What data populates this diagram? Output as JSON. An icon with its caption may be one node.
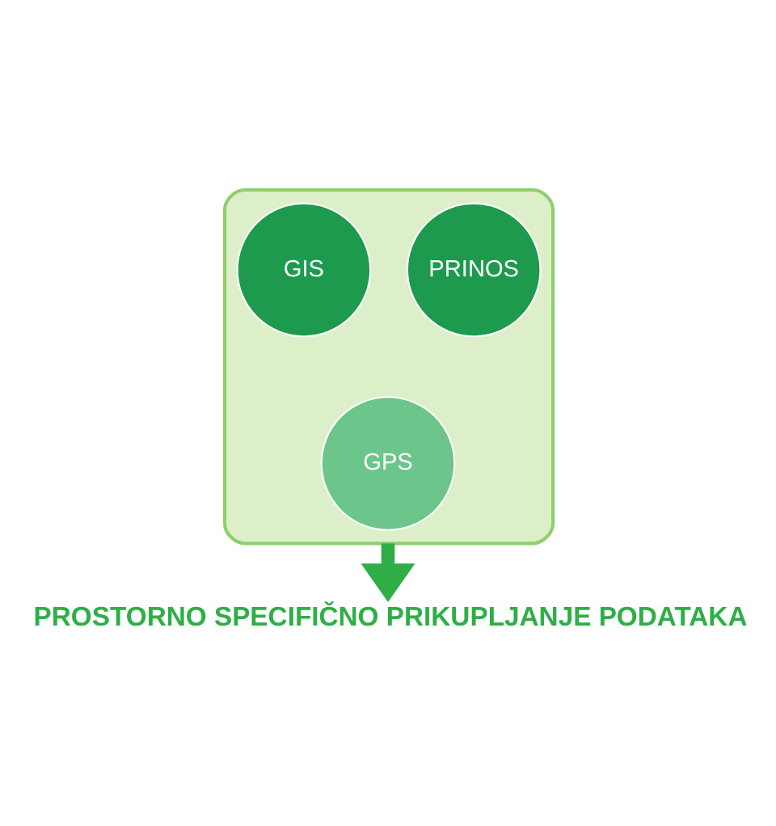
{
  "diagram": {
    "nodes": [
      {
        "text": [],
        "shape": "funnel"
      },
      {
        "text": [
          "GIS"
        ],
        "in": 0
      },
      {
        "text": [
          "PRINOS"
        ],
        "in": 0
      },
      {
        "text": [
          "GPS"
        ],
        "in": 0
      },
      {
        "text": [
          "PROSTORNO SPECIFIČNO PRIKUPLJANJE PODATAKA"
        ]
      }
    ],
    "edges": [
      {
        "from": 0,
        "to": 4,
        "arrow": "to"
      }
    ]
  }
}
